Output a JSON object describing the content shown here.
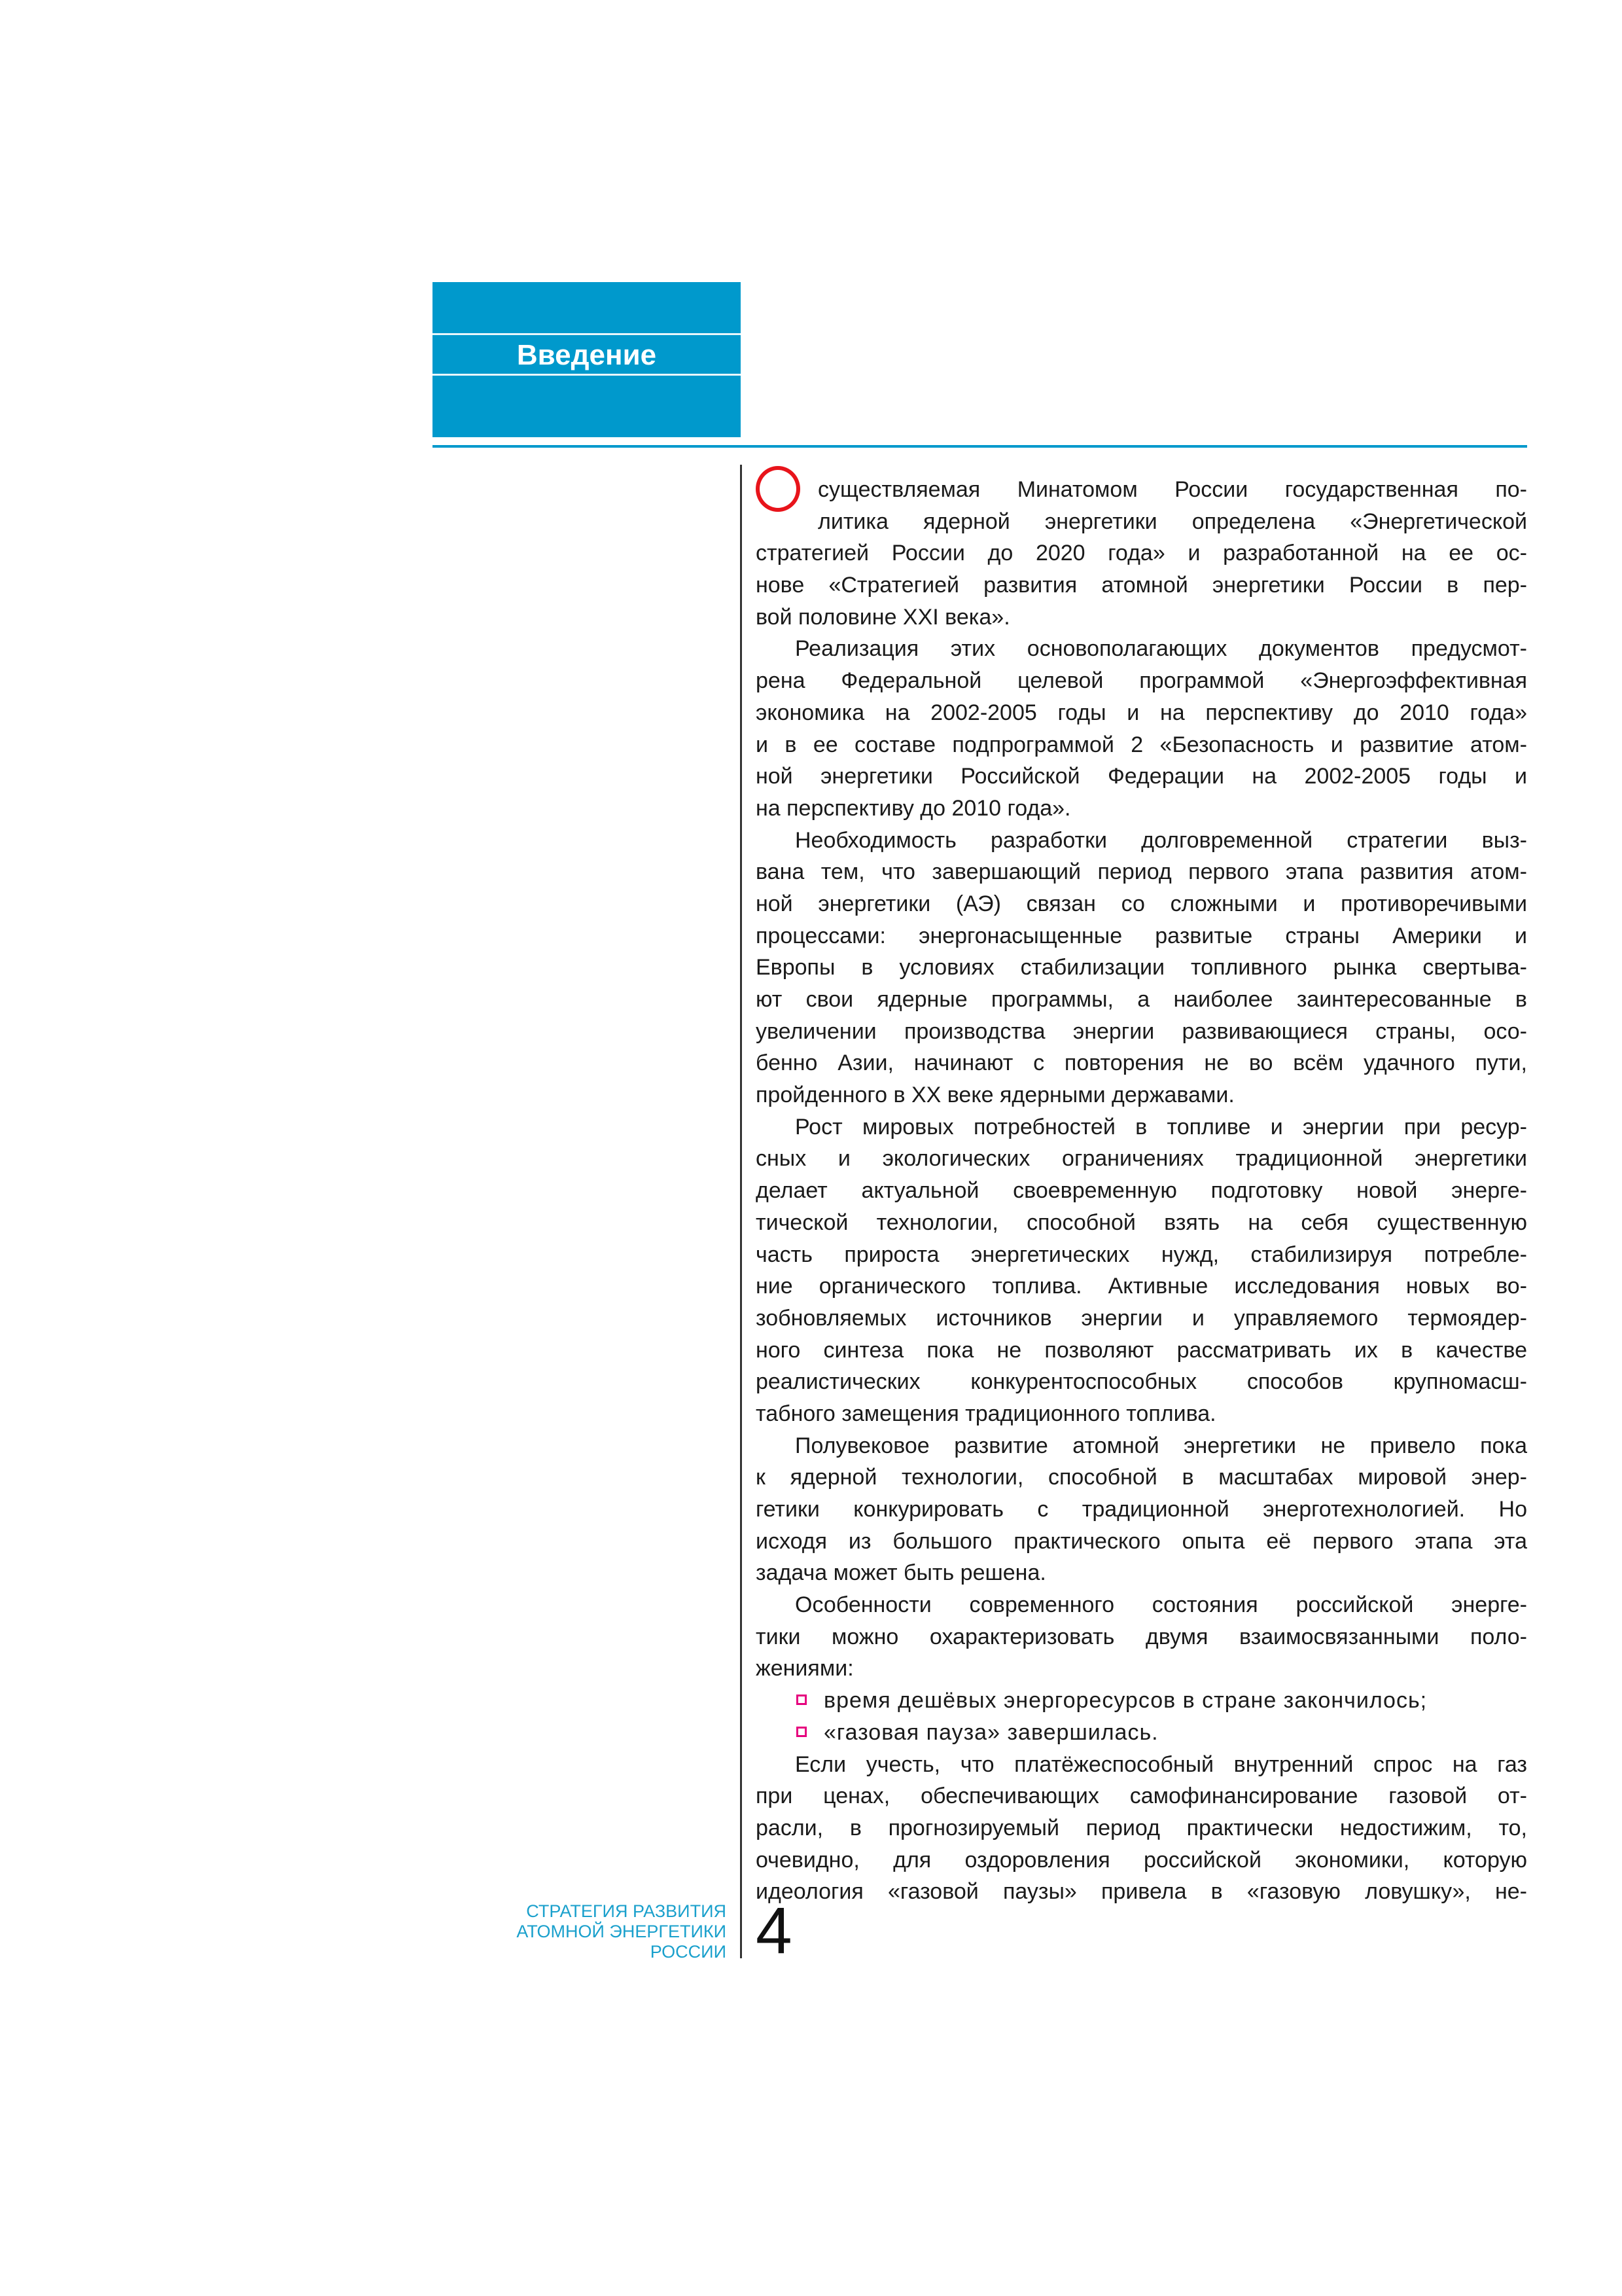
{
  "header": {
    "title": "Введение"
  },
  "drop_cap": "О",
  "paragraphs": [
    {
      "lines": [
        "существляемая Минатомом России государственная по-",
        "литика ядерной энергетики определена «Энергетической",
        "стратегией России до 2020 года» и разработанной на ее ос-",
        "нове «Стратегией развития атомной энергетики России в пер-",
        "вой половине XXI века»."
      ]
    },
    {
      "lines": [
        "Реализация этих основополагающих документов предусмот-",
        "рена Федеральной целевой программой «Энергоэффективная",
        "экономика на 2002-2005 годы и на перспективу до 2010 года»",
        "и в ее составе подпрограммой 2 «Безопасность и развитие атом-",
        "ной энергетики Российской Федерации на 2002-2005 годы и",
        "на перспективу до 2010 года»."
      ]
    },
    {
      "lines": [
        "Необходимость разработки долговременной стратегии выз-",
        "вана тем, что завершающий период первого этапа развития атом-",
        "ной энергетики (АЭ) связан со сложными и противоречивыми",
        "процессами: энергонасыщенные развитые страны Америки и",
        "Европы в условиях стабилизации топливного рынка свертыва-",
        "ют свои ядерные программы, а наиболее заинтересованные в",
        "увеличении производства энергии развивающиеся страны, осо-",
        "бенно Азии, начинают с повторения не во всём удачного пути,",
        "пройденного в XX веке ядерными державами."
      ]
    },
    {
      "lines": [
        "Рост мировых потребностей в топливе и энергии при ресур-",
        "сных и экологических ограничениях традиционной энергетики",
        "делает актуальной своевременную подготовку новой энерге-",
        "тической технологии, способной взять на себя существенную",
        "часть прироста энергетических нужд, стабилизируя потребле-",
        "ние органического топлива. Активные исследования новых во-",
        "зобновляемых источников энергии и управляемого термоядер-",
        "ного синтеза пока не позволяют рассматривать их в качестве",
        "реалистических конкурентоспособных способов крупномасш-",
        "табного замещения традиционного топлива."
      ]
    },
    {
      "lines": [
        "Полувековое развитие атомной энергетики не привело пока",
        "к ядерной технологии, способной в масштабах мировой энер-",
        "гетики конкурировать с традиционной энерготехнологией. Но",
        "исходя из большого практического опыта её первого этапа эта",
        "задача может быть решена."
      ]
    },
    {
      "lines": [
        "Особенности современного состояния российской энерге-",
        "тики можно охарактеризовать двумя взаимосвязанными поло-",
        "жениями:"
      ]
    },
    {
      "bullets": [
        "время дешёвых энергоресурсов в стране закончилось;",
        "«газовая пауза» завершилась."
      ]
    },
    {
      "lines": [
        "Если учесть, что платёжеспособный внутренний спрос на газ",
        "при ценах, обеспечивающих самофинансирование газовой от-",
        "расли, в прогнозируемый период практически недостижим, то,",
        "очевидно, для оздоровления российской экономики, которую",
        "идеология «газовой паузы» привела в «газовую ловушку», не-"
      ],
      "continues": true
    }
  ],
  "footer": {
    "lines": [
      "СТРАТЕГИЯ РАЗВИТИЯ",
      "АТОМНОЙ ЭНЕРГЕТИКИ",
      "РОССИИ"
    ],
    "page_number": "4"
  },
  "colors": {
    "accent": "#0099cc",
    "drop_cap": "#e8141b",
    "bullet": "#e6007e"
  }
}
